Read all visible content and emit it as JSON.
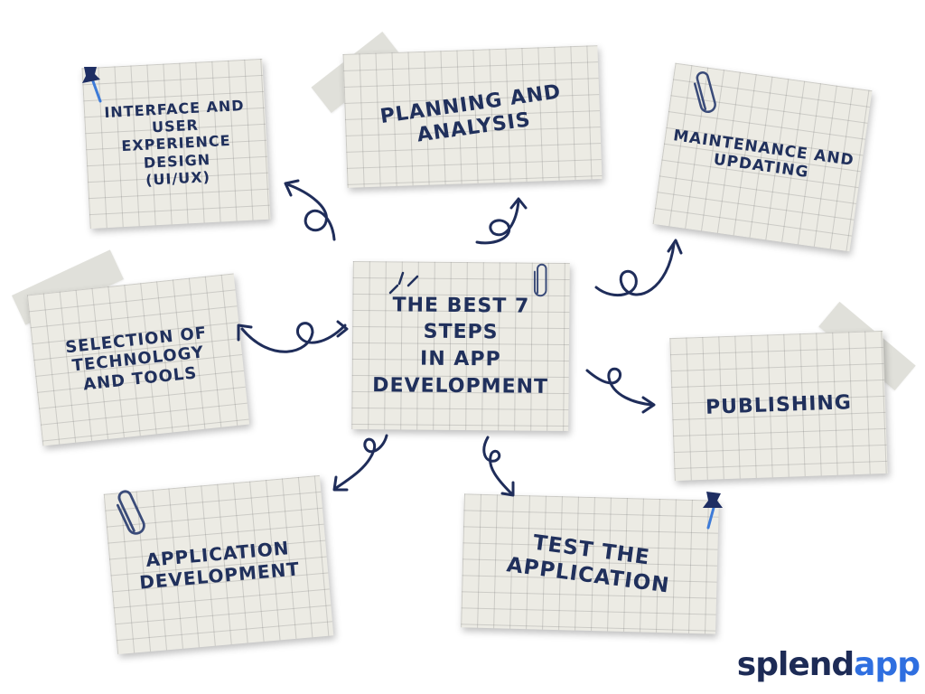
{
  "cards": {
    "center": "THE BEST 7 STEPS\nIN APP\nDEVELOPMENT",
    "uiux": "INTERFACE AND USER\nEXPERIENCE DESIGN\n(UI/UX)",
    "planning": "PLANNING AND\nANALYSIS",
    "maintenance": "MAINTENANCE AND\nUPDATING",
    "selection": "SELECTION OF\nTECHNOLOGY\nAND TOOLS",
    "publishing": "PUBLISHING",
    "appdev": "APPLICATION\nDEVELOPMENT",
    "test": "TEST THE\nAPPLICATION"
  },
  "logo": {
    "part1": "splend",
    "part2": "app"
  },
  "colors": {
    "ink": "#20305c",
    "paper": "#ecebe4",
    "grid": "#b9b9b3",
    "logo_dark": "#1d2b56",
    "logo_accent": "#2f6fe0"
  },
  "icons": [
    "pushpin-icon",
    "paperclip-icon",
    "tape-strip"
  ]
}
